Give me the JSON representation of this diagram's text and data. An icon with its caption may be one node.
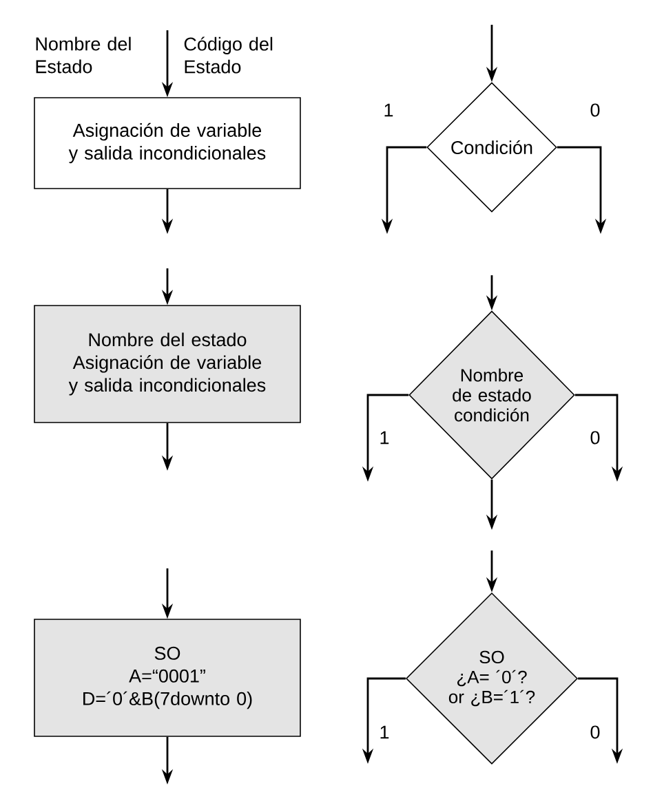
{
  "diagram": {
    "nodes": [
      {
        "text": [
          "Asignación de variable y salida incondicionales"
        ],
        "beside": [
          "Nombre del Estado",
          "Código del Estado"
        ]
      },
      {
        "text": [
          "Condición"
        ]
      },
      {
        "text": [
          "Nombre del estado",
          "Asignación de variable y salida incondicionales"
        ]
      },
      {
        "text": [
          "Nombre de estado condición"
        ]
      },
      {
        "text": [
          "SO",
          "A=“0001”",
          "D=´0´&B(7downto 0)"
        ]
      },
      {
        "text": [
          "SO",
          "¿A= ´0´? or ¿B=´1´?"
        ]
      }
    ],
    "edges": [
      {
        "from": null,
        "to": 0,
        "arrow": "to"
      },
      {
        "from": 0,
        "to": null,
        "arrow": "to"
      },
      {
        "from": null,
        "to": 1,
        "arrow": "to"
      },
      {
        "from": 1,
        "to": null,
        "arrow": "to",
        "label": "1"
      },
      {
        "from": 1,
        "to": null,
        "arrow": "to",
        "label": "0"
      },
      {
        "from": null,
        "to": 2,
        "arrow": "to"
      },
      {
        "from": 2,
        "to": null,
        "arrow": "to"
      },
      {
        "from": null,
        "to": 3,
        "arrow": "to"
      },
      {
        "from": 3,
        "to": null,
        "arrow": "to",
        "label": "1"
      },
      {
        "from": 3,
        "to": null,
        "arrow": "to",
        "label": "0"
      },
      {
        "from": 3,
        "to": null,
        "arrow": "to"
      },
      {
        "from": null,
        "to": 4,
        "arrow": "to"
      },
      {
        "from": 4,
        "to": null,
        "arrow": "to"
      },
      {
        "from": null,
        "to": 5,
        "arrow": "to"
      },
      {
        "from": 5,
        "to": null,
        "arrow": "to",
        "label": "1"
      },
      {
        "from": 5,
        "to": null,
        "arrow": "to",
        "label": "0"
      }
    ]
  }
}
